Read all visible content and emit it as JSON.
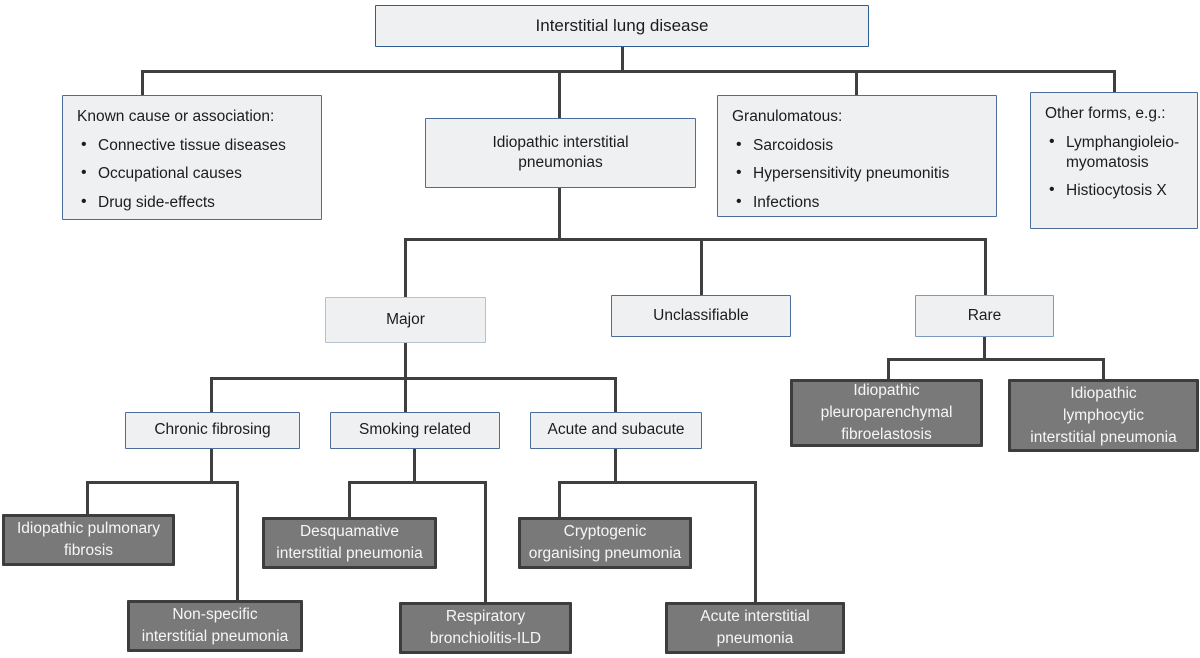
{
  "diagram": {
    "title": "Interstitial lung disease",
    "colors": {
      "light_node_fill": "#eef0f1",
      "blue_border": "#4a6d9b",
      "navy_border": "#2e5e91",
      "light_border": "#b6c1ce",
      "rare_border": "#7e99c2",
      "dark_node_fill": "#797979",
      "dark_node_border": "#3d3d3d",
      "dark_node_text": "#f6f6f6",
      "connector": "#3f3f3f",
      "text": "#1c1c1c"
    },
    "nodes": {
      "root": {
        "label": "Interstitial lung disease"
      },
      "known_cause": {
        "title": "Known cause or association:",
        "items": [
          "Connective tissue diseases",
          "Occupational causes",
          "Drug side-effects"
        ]
      },
      "iip": {
        "label": "Idiopathic interstitial\npneumonias"
      },
      "granulomatous": {
        "title": "Granulomatous:",
        "items": [
          "Sarcoidosis",
          "Hypersensitivity pneumonitis",
          "Infections"
        ]
      },
      "other_forms": {
        "title": "Other forms, e.g.:",
        "items": [
          "Lymphangioleio-\nmyomatosis",
          "Histiocytosis X"
        ]
      },
      "major": {
        "label": "Major"
      },
      "unclassifiable": {
        "label": "Unclassifiable"
      },
      "rare": {
        "label": "Rare"
      },
      "chronic_fibrosing": {
        "label": "Chronic fibrosing"
      },
      "smoking_related": {
        "label": "Smoking related"
      },
      "acute_subacute": {
        "label": "Acute and subacute"
      },
      "ippf": {
        "label": "Idiopathic\npleuroparenchymal\nfibroelastosis"
      },
      "ilip": {
        "label": "Idiopathic\nlymphocytic\ninterstitial pneumonia"
      },
      "ipf": {
        "label": "Idiopathic pulmonary\nfibrosis"
      },
      "nsip": {
        "label": "Non-specific\ninterstitial pneumonia"
      },
      "dip": {
        "label": "Desquamative\ninterstitial pneumonia"
      },
      "rb_ild": {
        "label": "Respiratory\nbronchiolitis-ILD"
      },
      "cop": {
        "label": "Cryptogenic\norganising pneumonia"
      },
      "aip": {
        "label": "Acute interstitial\npneumonia"
      }
    },
    "edges": [
      [
        "root",
        "known_cause"
      ],
      [
        "root",
        "iip"
      ],
      [
        "root",
        "granulomatous"
      ],
      [
        "root",
        "other_forms"
      ],
      [
        "iip",
        "major"
      ],
      [
        "iip",
        "unclassifiable"
      ],
      [
        "iip",
        "rare"
      ],
      [
        "major",
        "chronic_fibrosing"
      ],
      [
        "major",
        "smoking_related"
      ],
      [
        "major",
        "acute_subacute"
      ],
      [
        "rare",
        "ippf"
      ],
      [
        "rare",
        "ilip"
      ],
      [
        "chronic_fibrosing",
        "ipf"
      ],
      [
        "chronic_fibrosing",
        "nsip"
      ],
      [
        "smoking_related",
        "dip"
      ],
      [
        "smoking_related",
        "rb_ild"
      ],
      [
        "acute_subacute",
        "cop"
      ],
      [
        "acute_subacute",
        "aip"
      ]
    ]
  }
}
